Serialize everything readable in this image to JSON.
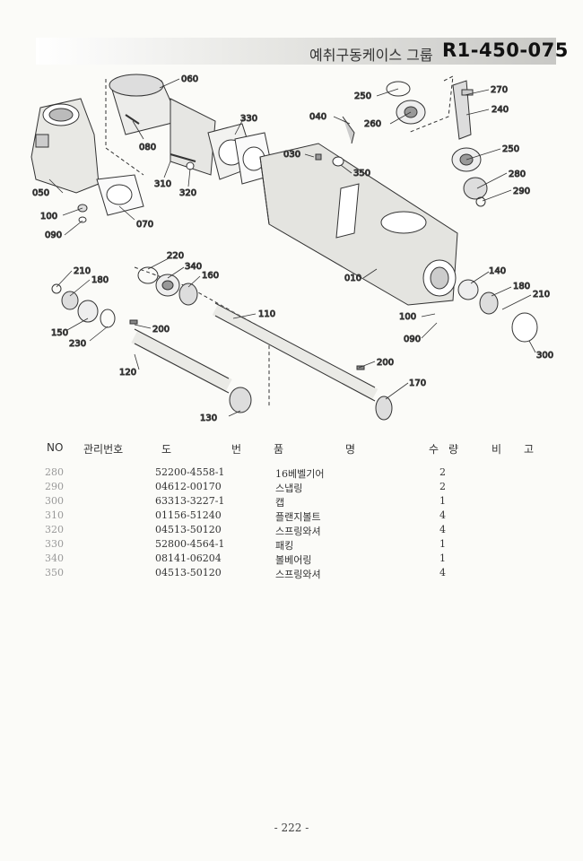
{
  "header": {
    "title_kr": "예취구동케이스 그룹",
    "code": "R1-450-075"
  },
  "diagram": {
    "callouts": [
      "060",
      "080",
      "330",
      "250",
      "260",
      "270",
      "240",
      "040",
      "030",
      "350",
      "250",
      "280",
      "290",
      "050",
      "100",
      "090",
      "070",
      "310",
      "320",
      "010",
      "210",
      "180",
      "220",
      "340",
      "160",
      "110",
      "150",
      "230",
      "200",
      "120",
      "130",
      "200",
      "170",
      "140",
      "180",
      "210",
      "100",
      "090",
      "300"
    ]
  },
  "table": {
    "headers": {
      "no": "NO",
      "mgmt": "관리번호",
      "do": "도",
      "beon": "번",
      "pum": "품",
      "myeong": "명",
      "su": "수",
      "ryang": "량",
      "bi": "비",
      "go": "고"
    },
    "rows": [
      {
        "no": "280",
        "code": "52200-4558-1",
        "name": "16베벨기어",
        "qty": "2"
      },
      {
        "no": "290",
        "code": "04612-00170",
        "name": "스냅링",
        "qty": "2"
      },
      {
        "no": "300",
        "code": "63313-3227-1",
        "name": "캡",
        "qty": "1"
      },
      {
        "no": "310",
        "code": "01156-51240",
        "name": "플랜지볼트",
        "qty": "4"
      },
      {
        "no": "320",
        "code": "04513-50120",
        "name": "스프링와셔",
        "qty": "4"
      },
      {
        "no": "330",
        "code": "52800-4564-1",
        "name": "패킹",
        "qty": "1"
      },
      {
        "no": "340",
        "code": "08141-06204",
        "name": "볼베어링",
        "qty": "1"
      },
      {
        "no": "350",
        "code": "04513-50120",
        "name": "스프링와셔",
        "qty": "4"
      }
    ]
  },
  "footer": {
    "page": "- 222 -"
  }
}
